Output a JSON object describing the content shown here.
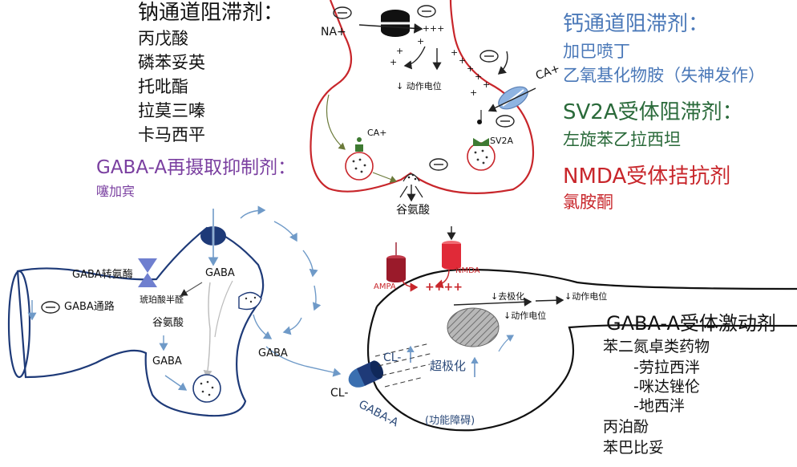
{
  "colors": {
    "membrane_red": "#c8262b",
    "membrane_navy": "#1e3a78",
    "arrow_blue": "#6f9ac8",
    "sodium_class": "#111111",
    "calcium_class": "#4a78b8",
    "sv2a_class": "#2a6a3a",
    "nmda_class": "#c8262b",
    "gaba_reuptake_class": "#7a3fa0",
    "ampa_receptor": "#9a1a2a",
    "nmda_receptor": "#e02a38",
    "vesicle_green": "#3e7a32"
  },
  "icons": [
    "sodium-channel-icon",
    "calcium-channel-icon",
    "gaba-transporter-icon",
    "gaba-transaminase-icon",
    "gaba-a-receptor-icon",
    "synaptic-vesicle-icon",
    "inhibit-symbol-icon"
  ],
  "classes": {
    "sodium": {
      "title": "钠通道阻滞剂：",
      "drugs": [
        "丙戊酸",
        "磷苯妥英",
        "托吡酯",
        "拉莫三嗪",
        "卡马西平"
      ]
    },
    "calcium": {
      "title": "钙通道阻滞剂：",
      "drugs": [
        "加巴喷丁",
        "乙氧基化物胺（失神发作）"
      ]
    },
    "sv2a": {
      "title": "SV2A受体阻滞剂：",
      "drugs": [
        "左旋苯乙拉西坦"
      ]
    },
    "nmda": {
      "title": "NMDA受体拮抗剂",
      "drugs": [
        "氯胺酮"
      ]
    },
    "gaba_reuptake": {
      "title": "GABA-A再摄取抑制剂：",
      "drugs": [
        "噻加宾"
      ]
    },
    "gaba_agonist": {
      "title": "GABA-A受体激动剂",
      "drugs": [
        "苯二氮卓类药物",
        "-劳拉西泮",
        "-咪达锉伦",
        "-地西泮",
        "丙泊酚",
        "苯巴比妥"
      ]
    }
  },
  "labels": {
    "na": "NA+",
    "ca_right": "CA+",
    "ca_left": "CA+",
    "sv2a": "SV2A",
    "action_potential_top": "↓ 动作电位",
    "glutamate_release": "谷氨酸",
    "gaba_transaminase": "GABA转氨酶",
    "succinic_semialdehyde": "琥珀酸半醛",
    "gaba_shunt": "GABA通路",
    "gaba_top": "GABA",
    "glutamate_glial": "谷氨酸",
    "gaba_glial": "GABA",
    "gaba_cleft": "GABA",
    "ampa": "AMPA",
    "nmda": "NMDA",
    "plus_signs": "++++",
    "depolarization": "↓去极化",
    "action_potential_post_1": "↓动作电位",
    "action_potential_post_2": "↓动作电位",
    "hyperpolarization": "超极化",
    "cl_inside": "CL-",
    "cl_outside": "CL-",
    "gaba_a": "GABA-A",
    "dysfunction": "(功能障碍)",
    "plus_a": "+ +++",
    "plus_b": "+",
    "plus_c": "+",
    "plus_d": "+",
    "plus_e": "+",
    "plus_f": "+",
    "plus_g": "+",
    "plus_h": "+",
    "plus_i": "+",
    "plus_j": "+"
  }
}
